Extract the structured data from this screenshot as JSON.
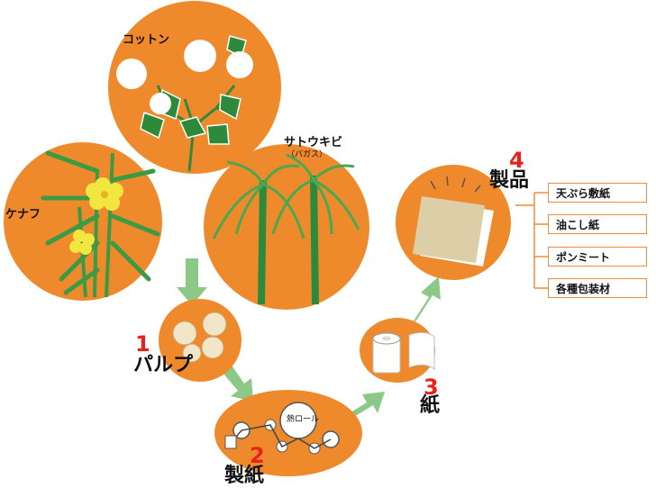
{
  "sources": {
    "cotton": "コットン",
    "kenaf": "ケナフ",
    "sugarcane": "サトウキビ",
    "sugarcane_sub": "（バガス）"
  },
  "steps": [
    {
      "number": "1",
      "label": "パルプ"
    },
    {
      "number": "2",
      "label": "製紙"
    },
    {
      "number": "3",
      "label": "紙"
    },
    {
      "number": "4",
      "label": "製品"
    }
  ],
  "machine_label": "熱ロール",
  "products": [
    "天ぷら敷紙",
    "油こし紙",
    "ポンミート",
    "各種包装材"
  ],
  "colors": {
    "orange": "#ef8a2c",
    "arrow": "#8cc886",
    "leaf": "#2c8a3a",
    "flower": "#f4e640",
    "paper": "#dccfa8"
  }
}
